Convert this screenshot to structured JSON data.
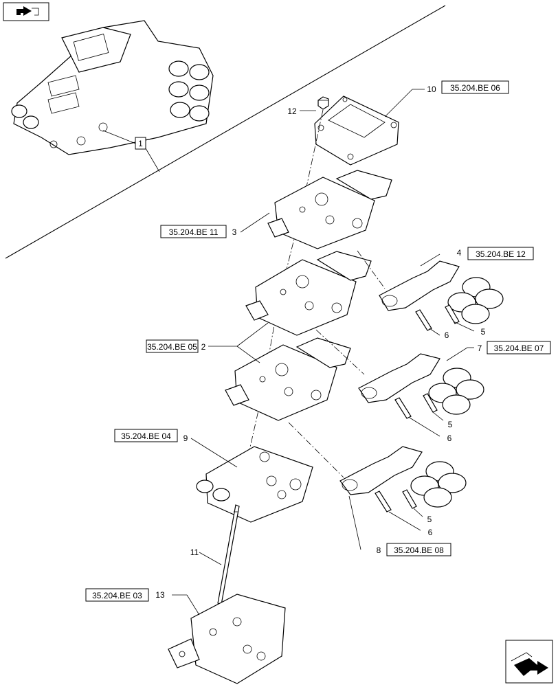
{
  "diagram": {
    "refs": {
      "r06": "35.204.BE 06",
      "r11": "35.204.BE 11",
      "r12": "35.204.BE 12",
      "r05": "35.204.BE 05",
      "r07": "35.204.BE 07",
      "r04": "35.204.BE 04",
      "r08": "35.204.BE 08",
      "r03": "35.204.BE 03"
    },
    "callouts": {
      "c1": "1",
      "c2": "2",
      "c3": "3",
      "c4": "4",
      "c5a": "5",
      "c5b": "5",
      "c5c": "5",
      "c6a": "6",
      "c6b": "6",
      "c6c": "6",
      "c7": "7",
      "c8": "8",
      "c9": "9",
      "c10": "10",
      "c11": "11",
      "c12": "12",
      "c13": "13"
    }
  },
  "icons": {
    "top_left": "folded-page-arrow-icon",
    "bottom_right": "next-page-arrow-icon"
  }
}
